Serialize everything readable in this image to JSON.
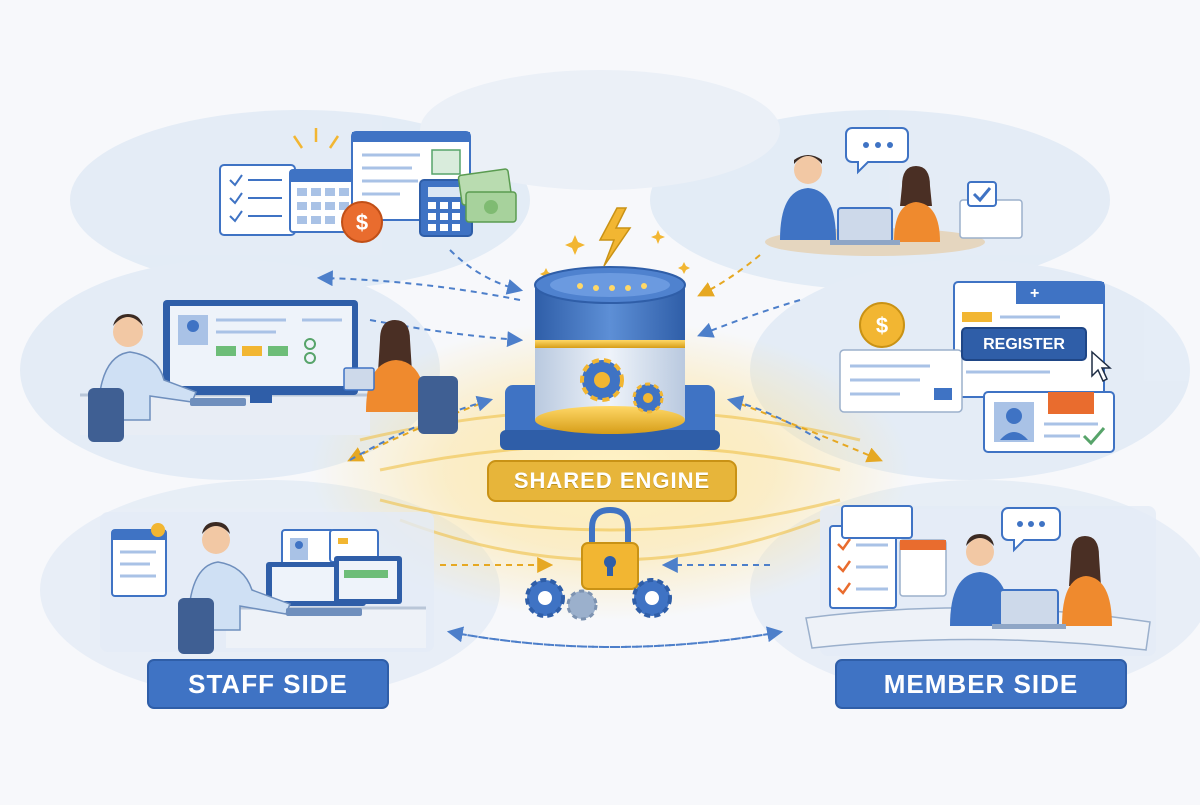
{
  "diagram": {
    "center": {
      "label": "SHARED ENGINE"
    },
    "sides": [
      {
        "id": "staff",
        "label": "STAFF SIDE"
      },
      {
        "id": "member",
        "label": "MEMBER SIDE"
      }
    ],
    "register_button": {
      "label": "REGISTER"
    },
    "colors": {
      "blue": "#3f73c4",
      "dark_blue": "#2f5ea8",
      "gold": "#f2b632",
      "dark_gold": "#c99215",
      "paper": "#ffffff",
      "haze": "#dbe7f4"
    },
    "icons": [
      "database-icon",
      "gear-icon",
      "lock-icon",
      "lightning-icon",
      "dollar-coin-icon",
      "calculator-icon",
      "cash-icon",
      "chat-bubble-icon",
      "checklist-icon",
      "calendar-icon",
      "cursor-icon",
      "user-card-icon",
      "checkmark-icon"
    ]
  }
}
